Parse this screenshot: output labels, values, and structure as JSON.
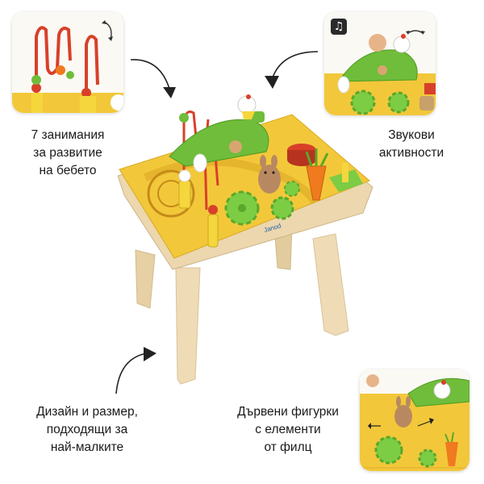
{
  "captions": {
    "activities": "7 занимания\nза развитие\nна бебето",
    "sound": "Звукови\nактивности",
    "design": "Дизайн и размер,\nподходящи за\nнай-малките",
    "figures": "Дървени фигурки\nс елементи\nот филц"
  },
  "icons": {
    "music": "music-note-icon",
    "rotate": "rotate-arrow-icon",
    "pointer": "curved-arrow-icon"
  },
  "product": {
    "brand_label": "Janod"
  },
  "colors": {
    "table_top": "#f2c83a",
    "table_wood": "#ecd7ae",
    "leg_wood": "#efdcb6",
    "hill_green": "#6fbd3a",
    "gear_green": "#7ccc44",
    "bead_red": "#d8402a",
    "carrot_orange": "#f07a1e"
  }
}
